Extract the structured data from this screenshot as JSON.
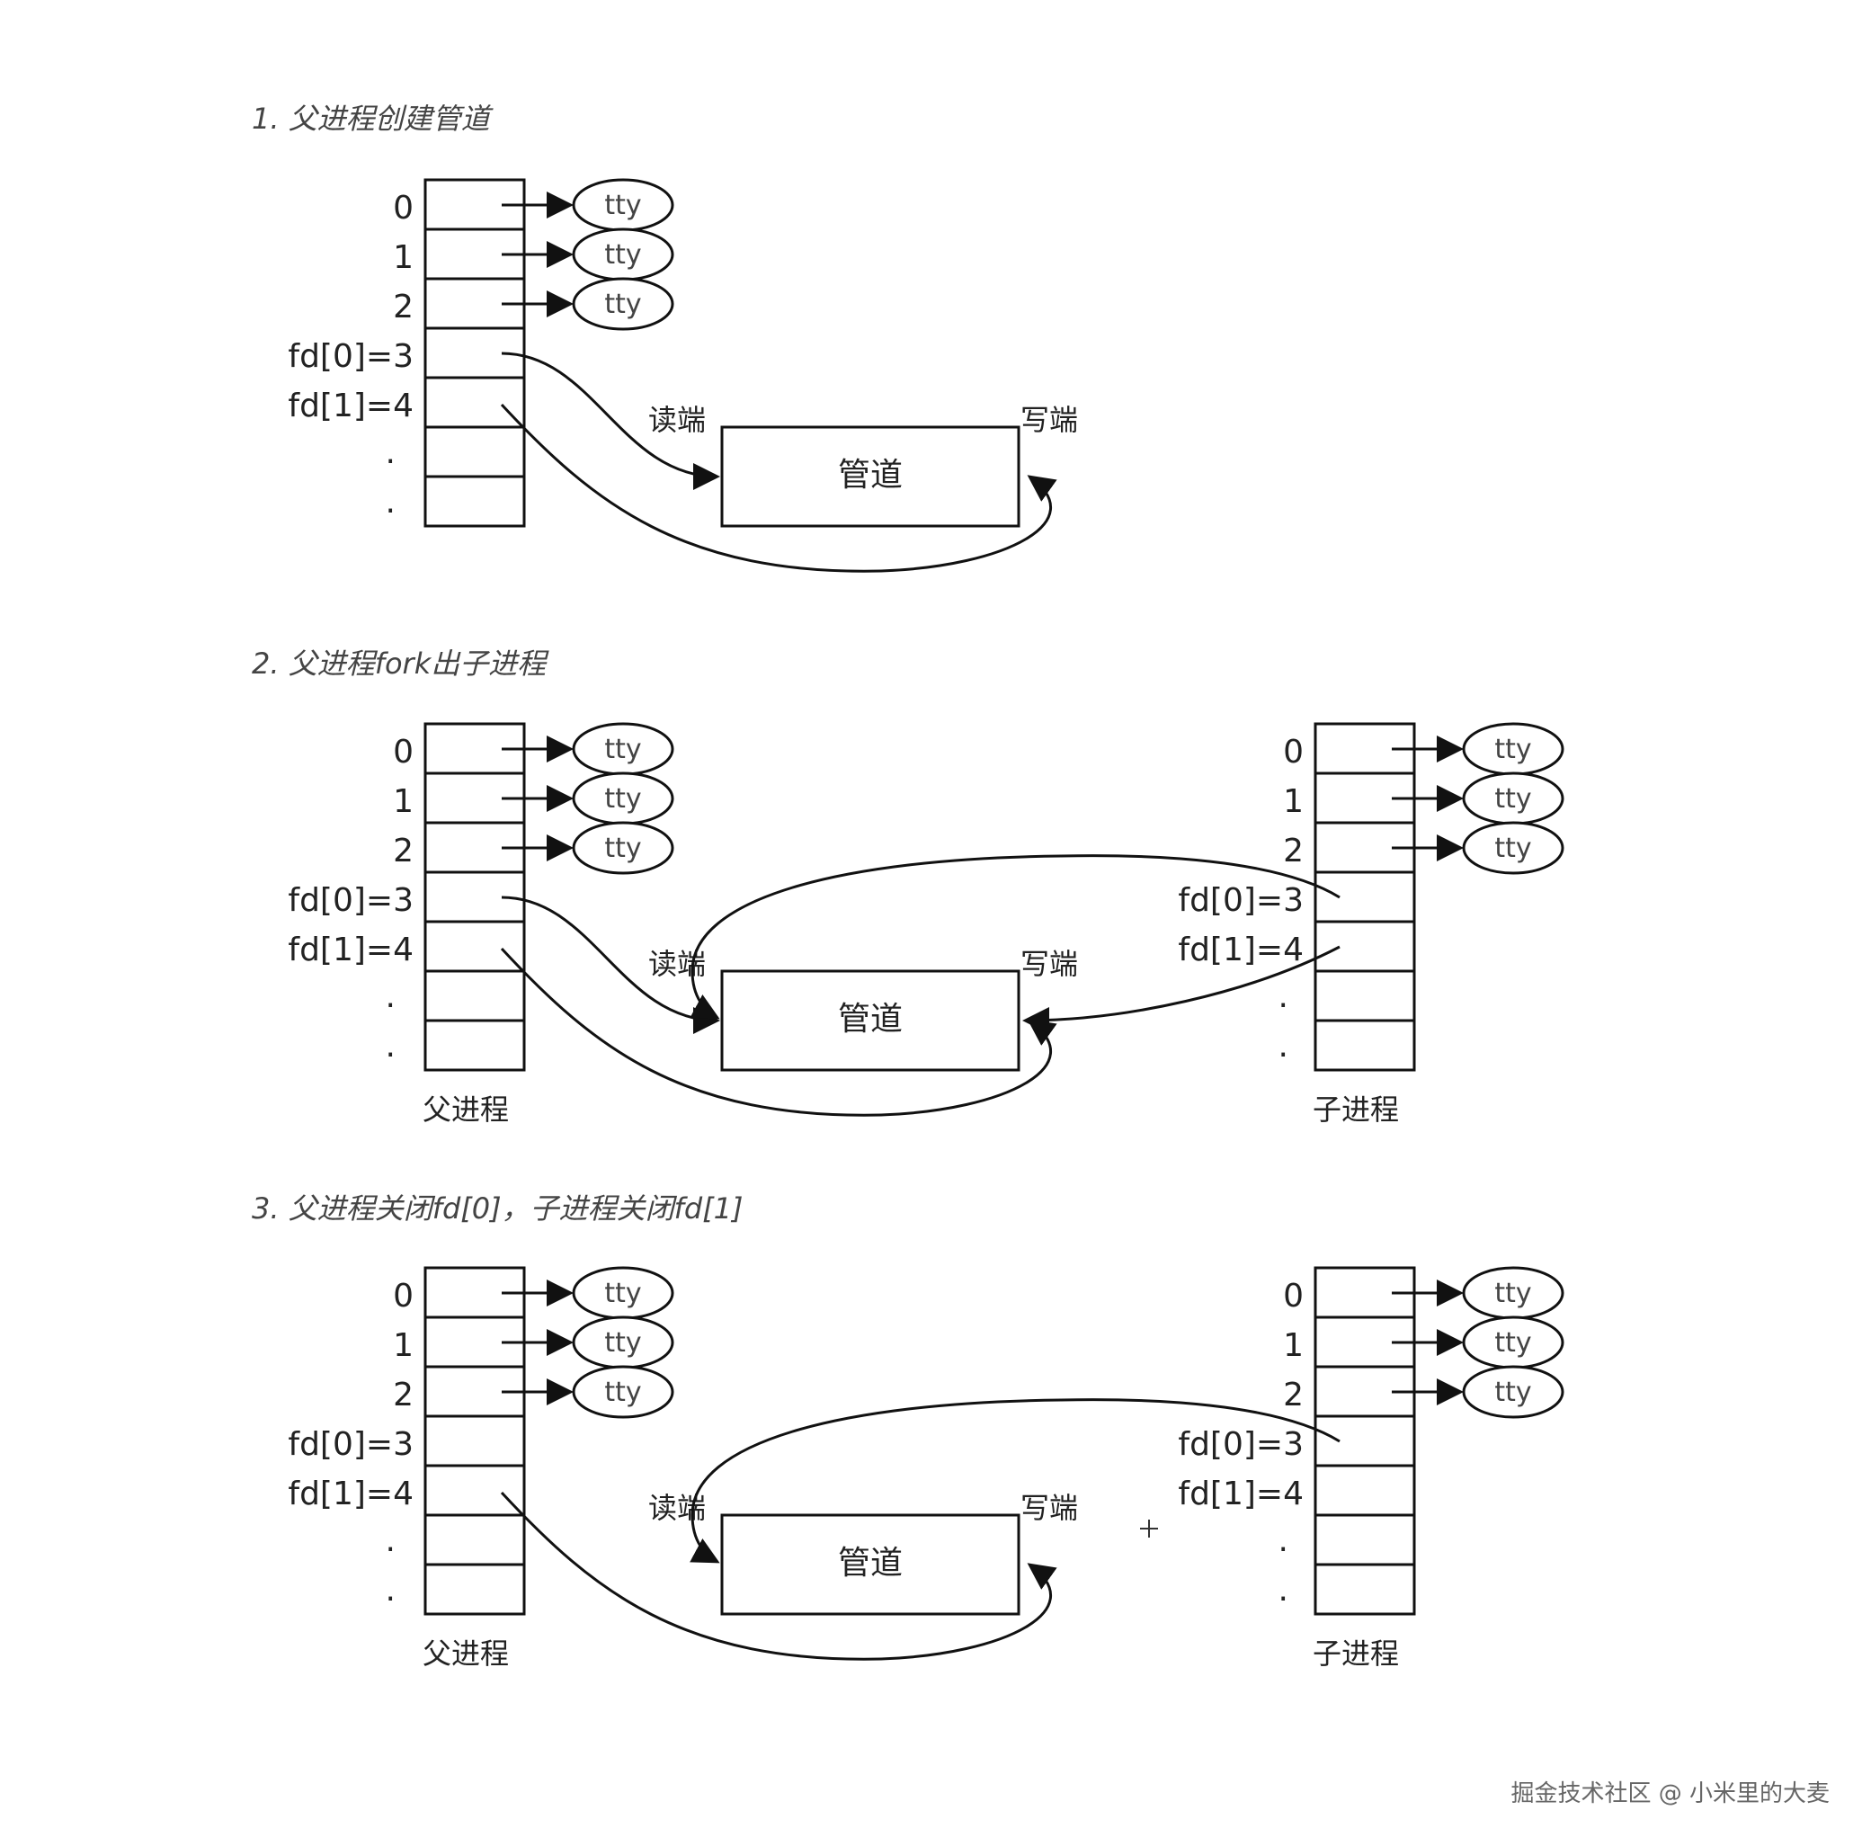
{
  "sections": [
    {
      "heading": "1. 父进程创建管道",
      "parent": {
        "row_labels": [
          "0",
          "1",
          "2",
          "fd[0]=3",
          "fd[1]=4",
          ".",
          "."
        ],
        "tty": [
          "tty",
          "tty",
          "tty"
        ],
        "caption": ""
      },
      "pipe": {
        "label": "管道",
        "read_end": "读端",
        "write_end": "写端"
      }
    },
    {
      "heading": "2. 父进程fork出子进程",
      "parent": {
        "row_labels": [
          "0",
          "1",
          "2",
          "fd[0]=3",
          "fd[1]=4",
          ".",
          "."
        ],
        "tty": [
          "tty",
          "tty",
          "tty"
        ],
        "caption": "父进程"
      },
      "child": {
        "row_labels": [
          "0",
          "1",
          "2",
          "fd[0]=3",
          "fd[1]=4",
          ".",
          "."
        ],
        "tty": [
          "tty",
          "tty",
          "tty"
        ],
        "caption": "子进程"
      },
      "pipe": {
        "label": "管道",
        "read_end": "读端",
        "write_end": "写端"
      }
    },
    {
      "heading": "3. 父进程关闭fd[0]，子进程关闭fd[1]",
      "parent": {
        "row_labels": [
          "0",
          "1",
          "2",
          "fd[0]=3",
          "fd[1]=4",
          ".",
          "."
        ],
        "tty": [
          "tty",
          "tty",
          "tty"
        ],
        "caption": "父进程"
      },
      "child": {
        "row_labels": [
          "0",
          "1",
          "2",
          "fd[0]=3",
          "fd[1]=4",
          ".",
          "."
        ],
        "tty": [
          "tty",
          "tty",
          "tty"
        ],
        "caption": "子进程"
      },
      "pipe": {
        "label": "管道",
        "read_end": "读端",
        "write_end": "写端"
      }
    }
  ],
  "watermark": "掘金技术社区 @ 小米里的大麦"
}
